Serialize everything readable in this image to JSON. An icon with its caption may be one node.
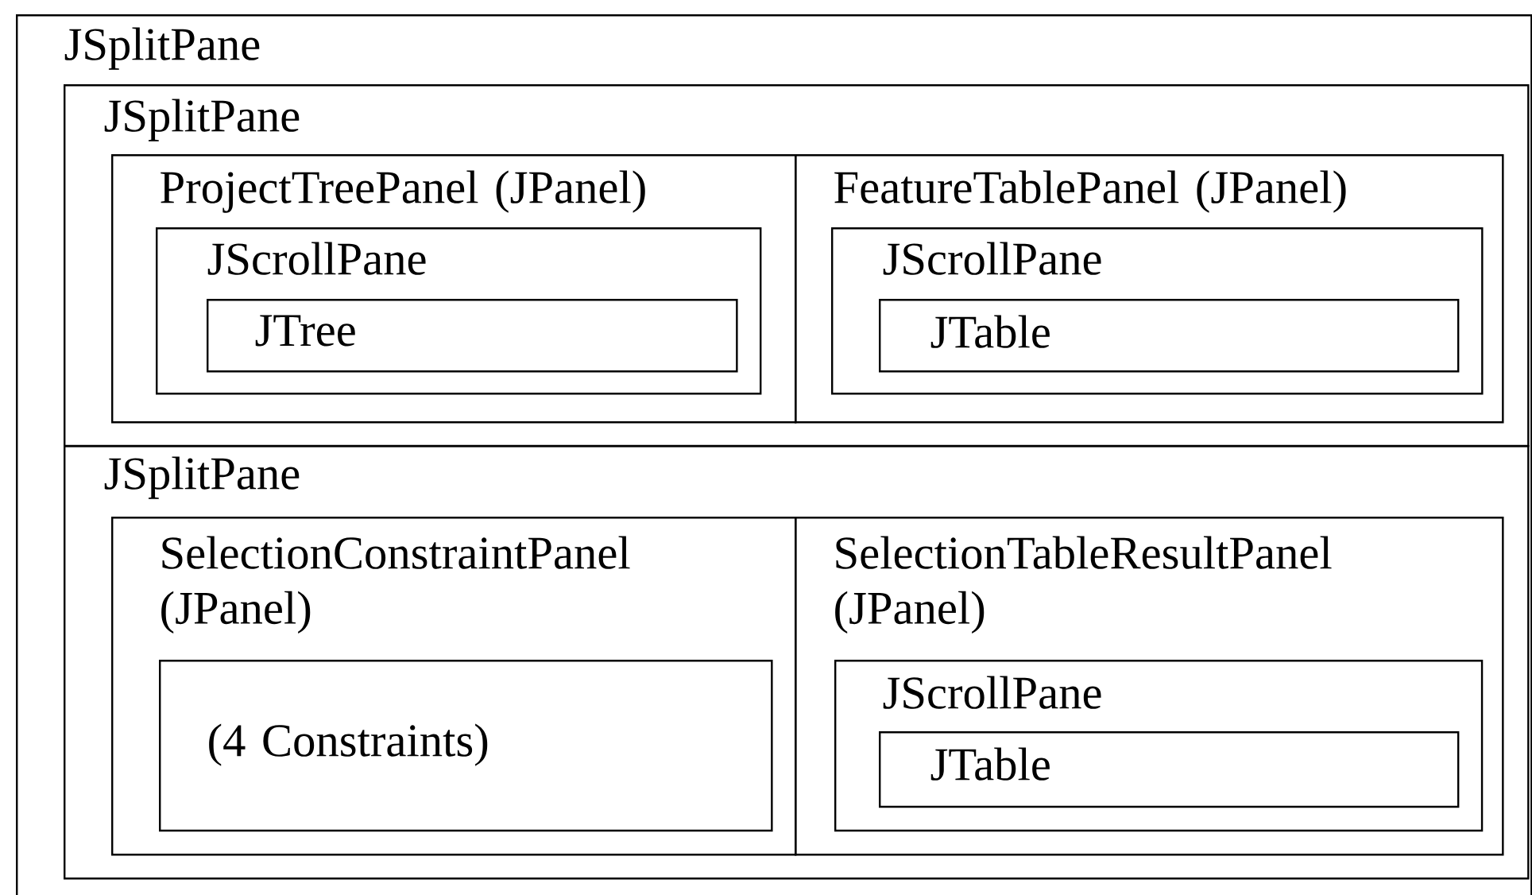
{
  "diagram": {
    "nodes": [
      {
        "text": [
          "JSplitPane"
        ]
      },
      {
        "text": [
          "JSplitPane"
        ],
        "in": 0
      },
      {
        "text": [
          "ProjectTreePanel (JPanel)"
        ],
        "in": 1
      },
      {
        "text": [
          "JScrollPane"
        ],
        "in": 2
      },
      {
        "text": [
          "JTree"
        ],
        "in": 3
      },
      {
        "text": [
          "FeatureTablePanel (JPanel)"
        ],
        "in": 1
      },
      {
        "text": [
          "JScrollPane"
        ],
        "in": 5
      },
      {
        "text": [
          "JTable"
        ],
        "in": 6
      },
      {
        "text": [
          "JSplitPane"
        ],
        "in": 0
      },
      {
        "text": [
          "SelectionConstraintPanel (JPanel)"
        ],
        "in": 8
      },
      {
        "text": [
          "(4 Constraints)"
        ],
        "in": 9
      },
      {
        "text": [
          "SelectionTableResultPanel (JPanel)"
        ],
        "in": 8
      },
      {
        "text": [
          "JScrollPane"
        ],
        "in": 11
      },
      {
        "text": [
          "JTable"
        ],
        "in": 12
      }
    ]
  }
}
